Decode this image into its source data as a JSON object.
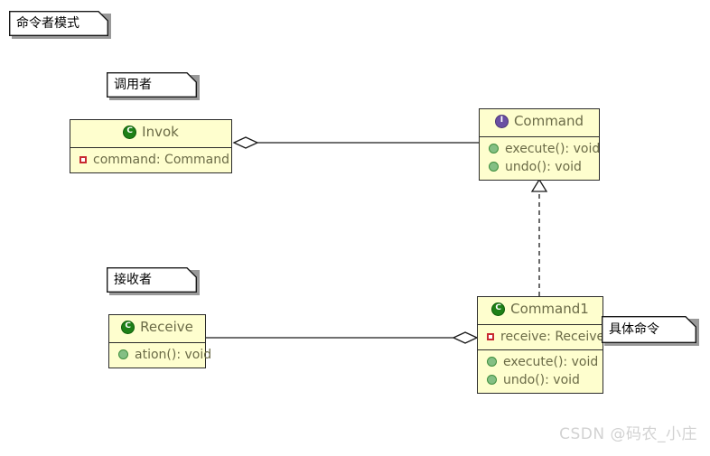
{
  "diagram": {
    "title_note": {
      "text": "命令者模式"
    },
    "notes": [
      {
        "name": "invoker-note",
        "text": "调用者"
      },
      {
        "name": "receiver-note",
        "text": "接收者"
      },
      {
        "name": "concrete-command-note",
        "text": "具体命令"
      }
    ],
    "classes": [
      {
        "key": "invok",
        "name": "Invok",
        "stereotype_icon": "class-icon",
        "attributes": [
          {
            "visibility_icon": "private-icon",
            "text": "command: Command"
          }
        ],
        "methods": []
      },
      {
        "key": "command",
        "name": "Command",
        "stereotype_icon": "interface-icon",
        "attributes": [],
        "methods": [
          {
            "visibility_icon": "public-icon",
            "text": "execute(): void"
          },
          {
            "visibility_icon": "public-icon",
            "text": "undo(): void"
          }
        ]
      },
      {
        "key": "receive",
        "name": "Receive",
        "stereotype_icon": "class-icon",
        "attributes": [],
        "methods": [
          {
            "visibility_icon": "public-icon",
            "text": "ation(): void"
          }
        ]
      },
      {
        "key": "command1",
        "name": "Command1",
        "stereotype_icon": "class-icon",
        "attributes": [
          {
            "visibility_icon": "private-icon",
            "text": "receive: Receive"
          }
        ],
        "methods": [
          {
            "visibility_icon": "public-icon",
            "text": "execute(): void"
          },
          {
            "visibility_icon": "public-icon",
            "text": "undo(): void"
          }
        ]
      }
    ],
    "relations": [
      {
        "name": "invok-aggregates-command",
        "type": "aggregation",
        "from": "Invok",
        "to": "Command"
      },
      {
        "name": "command1-realizes-command",
        "type": "realization",
        "from": "Command1",
        "to": "Command"
      },
      {
        "name": "command1-aggregates-receive",
        "type": "aggregation",
        "from": "Command1",
        "to": "Receive"
      }
    ],
    "colors": {
      "class_fill": "#fefece",
      "class_border": "#2b2b2b",
      "text": "#6b6b47",
      "class_icon": "#1e8017",
      "interface_icon": "#6a4fa3",
      "public_icon": "#84bf84",
      "private_icon": "#c82930",
      "watermark": "#d2d2d2"
    }
  },
  "watermark": {
    "text": "CSDN @码农_小庄"
  }
}
